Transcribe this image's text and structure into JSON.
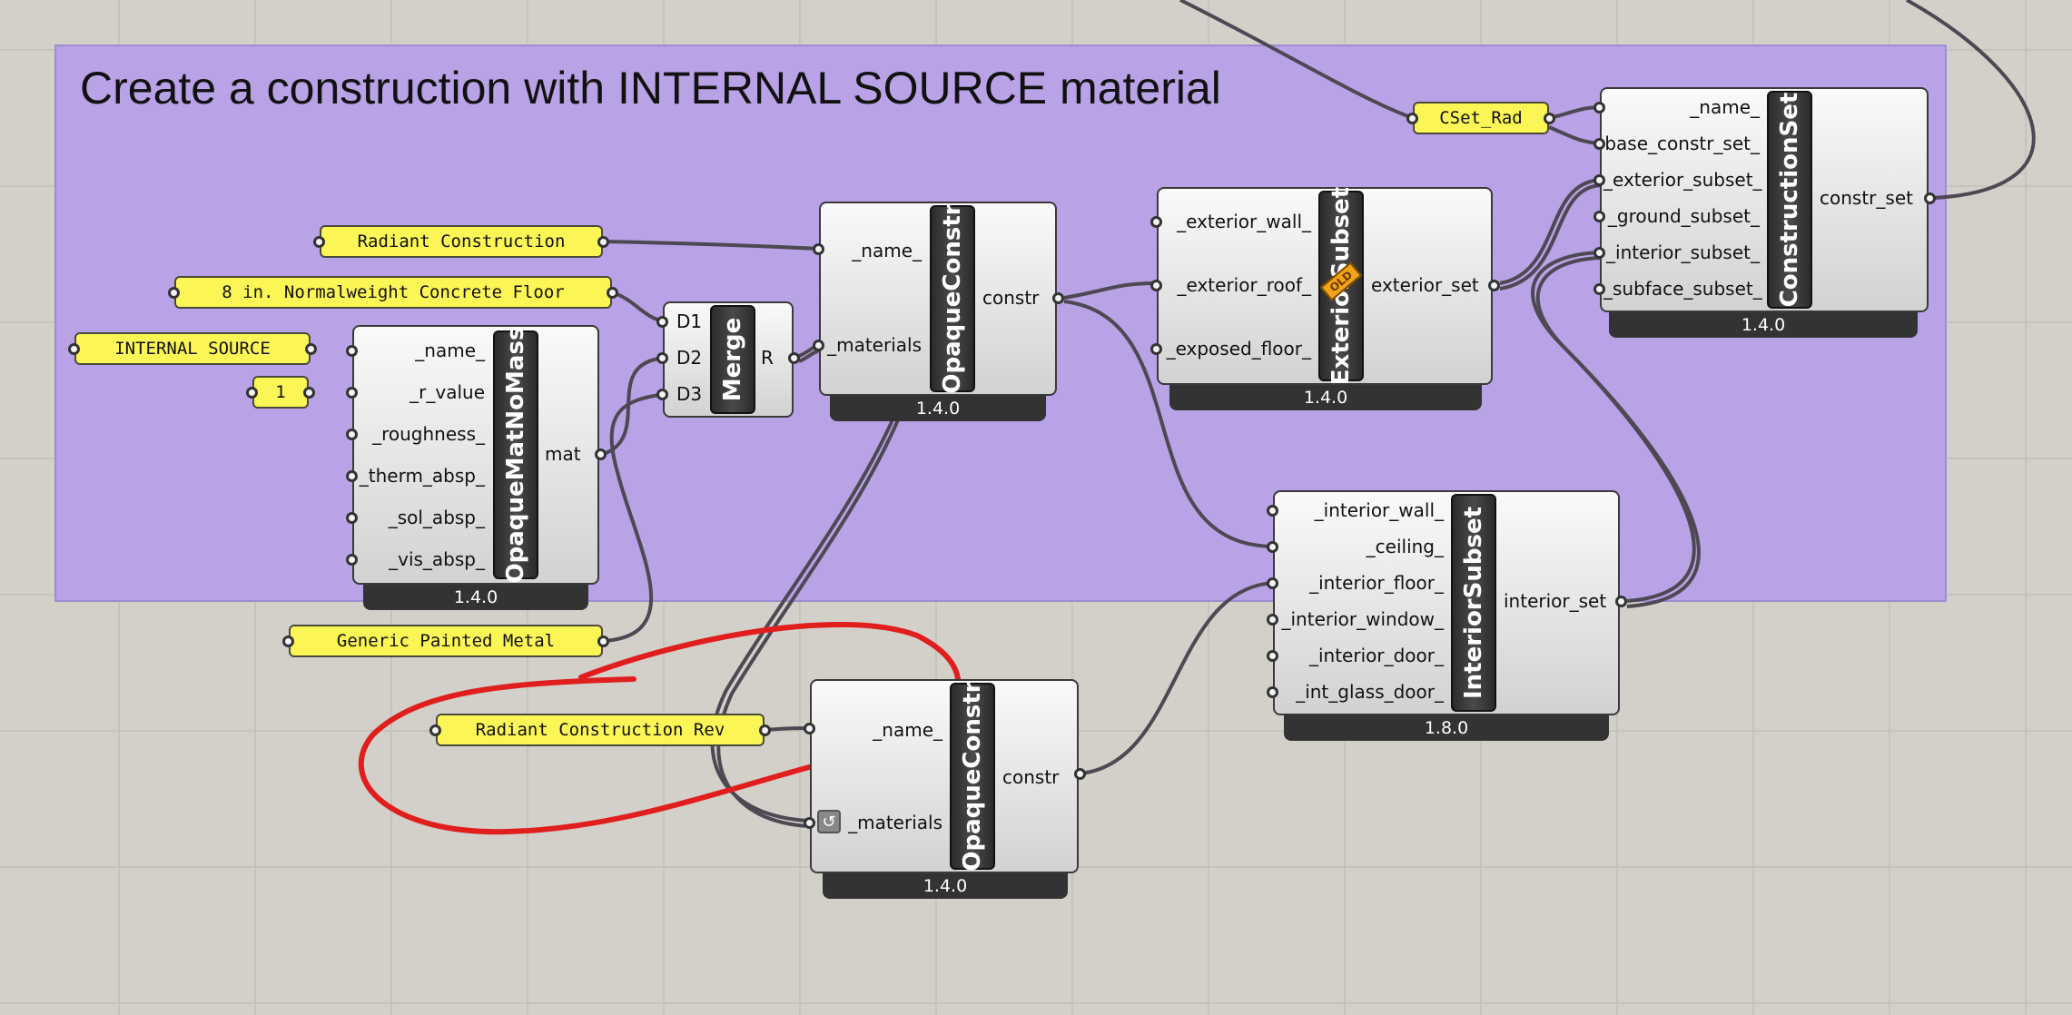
{
  "canvas": {
    "group_title": "Create a construction with INTERNAL SOURCE material",
    "group_color": "#b9a2e6",
    "background_color": "#d3d0ca",
    "wire_color": "#4d4852",
    "annotation_color": "#e01e1e"
  },
  "panels": {
    "cset_rad": "CSet_Rad",
    "radiant_construction": "Radiant Construction",
    "concrete_floor": "8 in. Normalweight Concrete Floor",
    "internal_source": "INTERNAL SOURCE",
    "r_value": "1",
    "generic_metal": "Generic Painted Metal",
    "radiant_rev": "Radiant Construction Rev"
  },
  "components": {
    "opaque_mat": {
      "title": "OpaqueMatNoMass",
      "inputs": [
        "_name_",
        "_r_value",
        "_roughness_",
        "_therm_absp_",
        "_sol_absp_",
        "_vis_absp_"
      ],
      "output": "mat",
      "version": "1.4.0"
    },
    "merge": {
      "title": "Merge",
      "inputs": [
        "D1",
        "D2",
        "D3"
      ],
      "output": "R"
    },
    "opaque_constr_1": {
      "title": "OpaqueConstr",
      "inputs": [
        "_name_",
        "_materials"
      ],
      "output": "constr",
      "version": "1.4.0"
    },
    "exterior_subset": {
      "title": "ExteriorSubset",
      "badge": "OLD",
      "inputs": [
        "_exterior_wall_",
        "_exterior_roof_",
        "_exposed_floor_"
      ],
      "output": "exterior_set",
      "version": "1.4.0"
    },
    "construction_set": {
      "title": "ConstructionSet",
      "inputs": [
        "_name_",
        "base_constr_set_",
        "_exterior_subset_",
        "_ground_subset_",
        "_interior_subset_",
        "_subface_subset_"
      ],
      "output": "constr_set",
      "version": "1.4.0"
    },
    "interior_subset": {
      "title": "InteriorSubset",
      "inputs": [
        "_interior_wall_",
        "_ceiling_",
        "_interior_floor_",
        "_interior_window_",
        "_interior_door_",
        "_int_glass_door_"
      ],
      "output": "interior_set",
      "version": "1.8.0"
    },
    "opaque_constr_2": {
      "title": "OpaqueConstr",
      "inputs": [
        "_name_",
        "_materials"
      ],
      "output": "constr",
      "version": "1.4.0",
      "reset_icon": "reset-icon"
    }
  }
}
